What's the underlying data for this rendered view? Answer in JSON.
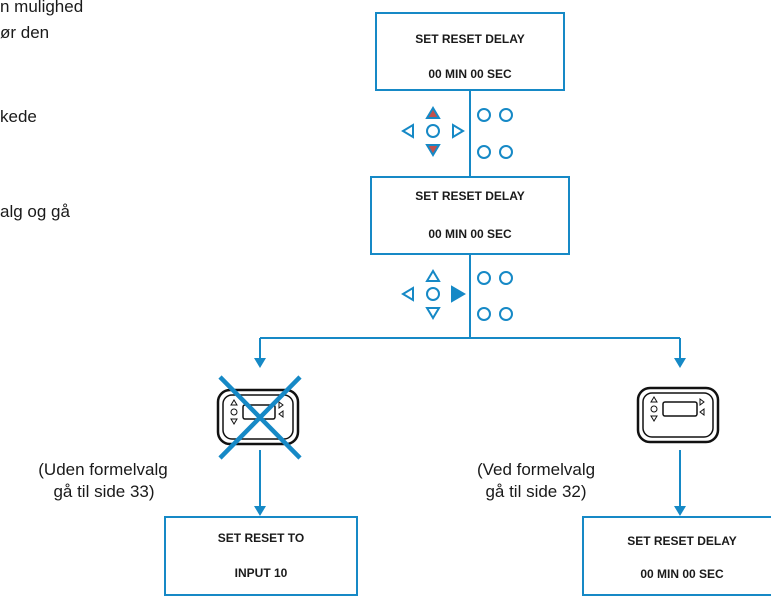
{
  "intro_text": {
    "line1": "n mulighed",
    "line2": "ør den",
    "line3": "kede",
    "line4": "alg og gå"
  },
  "boxes": {
    "top": {
      "line1": "SET RESET DELAY",
      "line2": "00 MIN 00 SEC"
    },
    "middle": {
      "line1": "SET RESET DELAY",
      "line2": "00 MIN 00 SEC"
    },
    "left_bottom": {
      "line1": "SET RESET TO",
      "line2": "INPUT 10"
    },
    "right_bottom": {
      "line1": "SET RESET DELAY",
      "line2": "00 MIN 00 SEC"
    }
  },
  "captions": {
    "left": {
      "line1": "(Uden formelvalg",
      "line2": "gå til side 33)"
    },
    "right": {
      "line1": "(Ved formelvalg",
      "line2": "gå til side 32)"
    }
  },
  "colors": {
    "line": "#1689c6",
    "accent": "#1689c6",
    "highlight_up": "#c0504d",
    "highlight_down": "#c0504d",
    "text": "#1a1a1a"
  },
  "icons": {
    "keypad_1": "keypad-up-down-highlighted",
    "keypad_2": "keypad-right-highlighted",
    "device_left": "display-device-crossed-out",
    "device_right": "display-device"
  }
}
